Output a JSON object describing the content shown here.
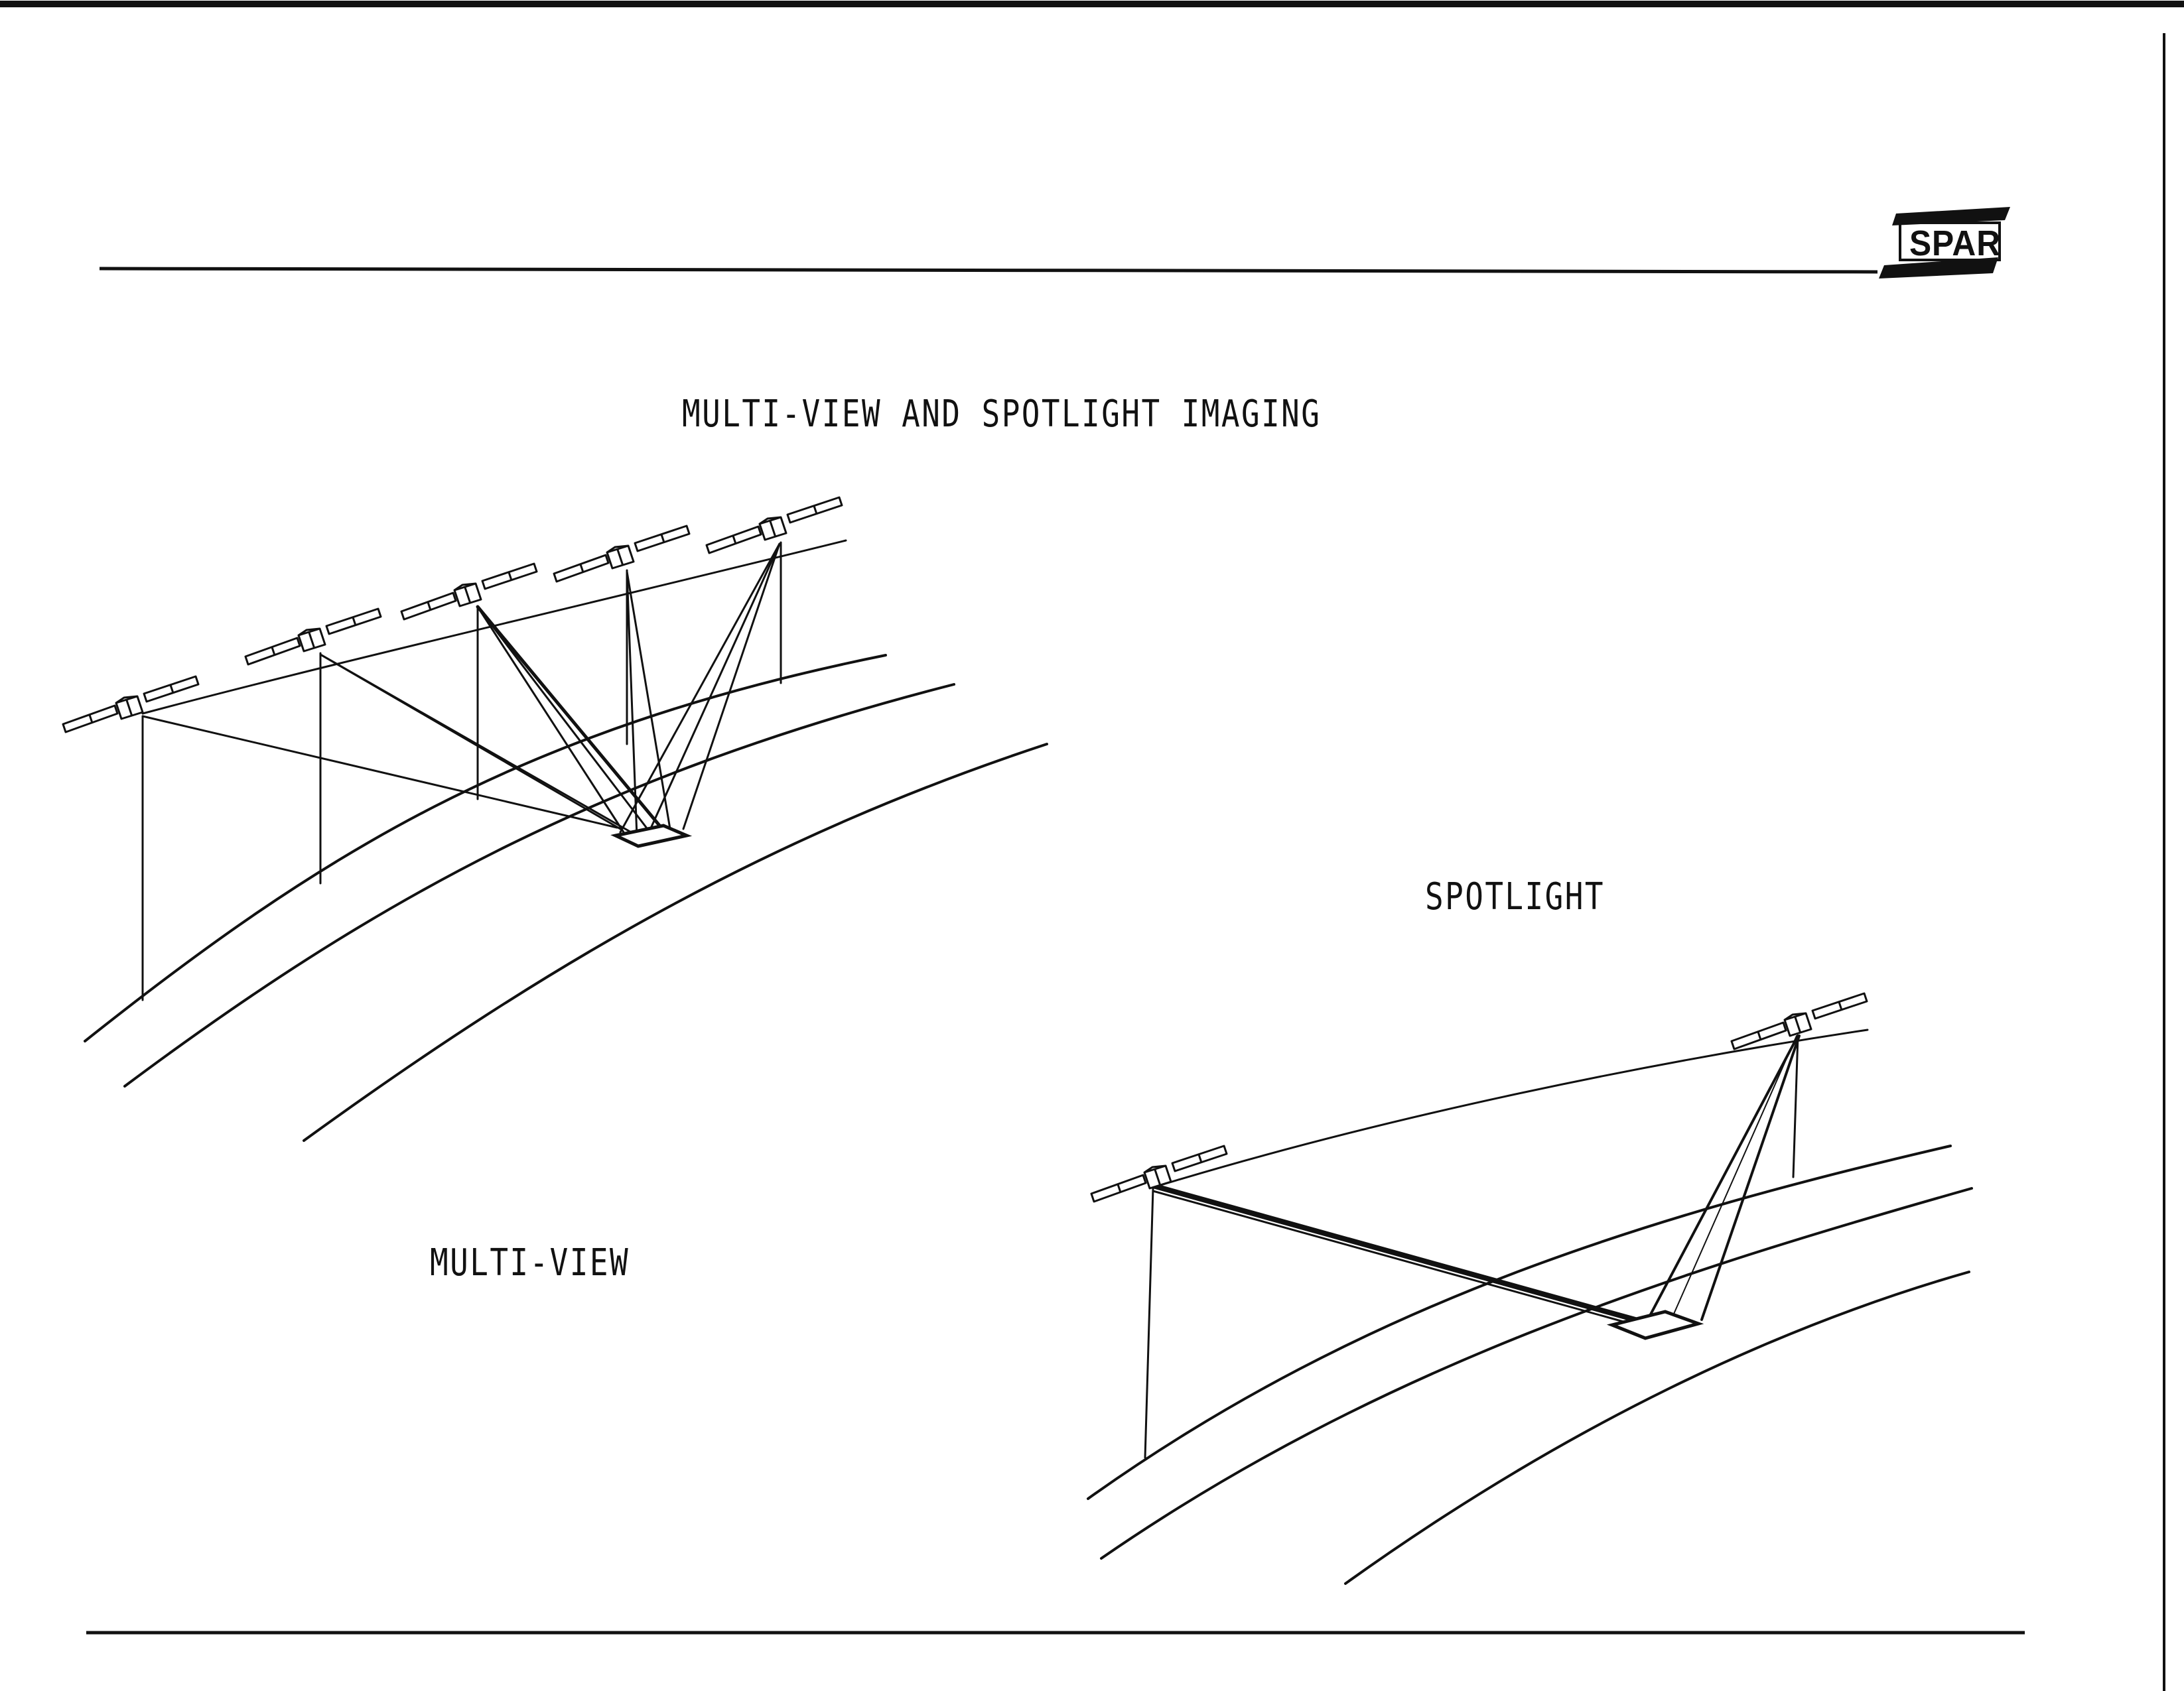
{
  "logo": {
    "text": "SPAR"
  },
  "title": "MULTI-VIEW AND SPOTLIGHT IMAGING",
  "labels": {
    "multi_view": "MULTI-VIEW",
    "spotlight": "SPOTLIGHT"
  },
  "colors": {
    "ink": "#111111",
    "paper": "#ffffff"
  },
  "icons": [
    "satellite-icon"
  ]
}
